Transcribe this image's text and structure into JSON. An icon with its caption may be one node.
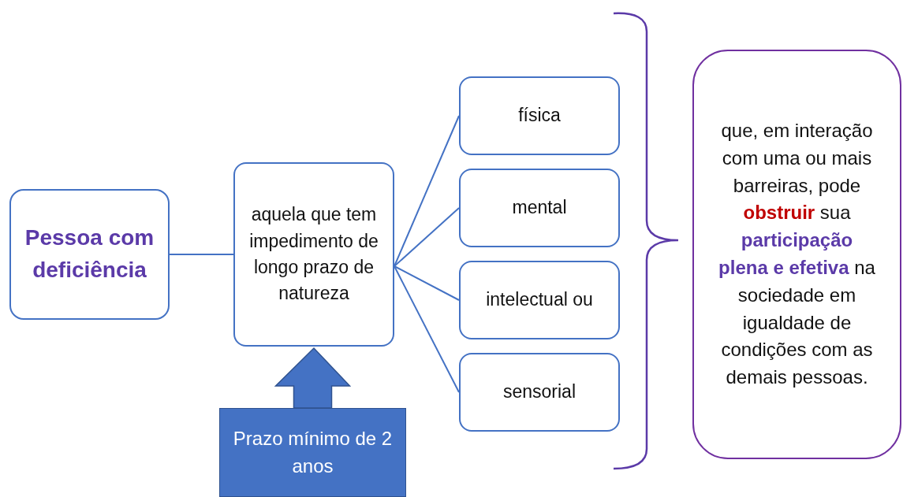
{
  "diagram": {
    "nodes": [
      {
        "text": [
          "Pessoa com deficiência"
        ]
      },
      {
        "text": [
          "aquela que tem impedimento de longo prazo de natureza"
        ]
      },
      {
        "text": [
          "física"
        ]
      },
      {
        "text": [
          "mental"
        ]
      },
      {
        "text": [
          "intelectual ou"
        ]
      },
      {
        "text": [
          "sensorial"
        ]
      },
      {
        "text": [
          "que, em interação com uma ou mais barreiras, pode **obstruir** sua **participação plena e efetiva** na sociedade em igualdade de condições com as demais pessoas."
        ]
      },
      {
        "text": [
          "Prazo mínimo de 2 anos"
        ]
      }
    ],
    "edges": [
      {
        "from": 0,
        "to": 1,
        "arrow": "none"
      },
      {
        "from": 1,
        "to": 2,
        "arrow": "none"
      },
      {
        "from": 1,
        "to": 3,
        "arrow": "none"
      },
      {
        "from": 1,
        "to": 4,
        "arrow": "none"
      },
      {
        "from": 1,
        "to": 5,
        "arrow": "none"
      },
      {
        "from": 7,
        "to": 1,
        "arrow": "to",
        "style": "thick"
      }
    ]
  }
}
